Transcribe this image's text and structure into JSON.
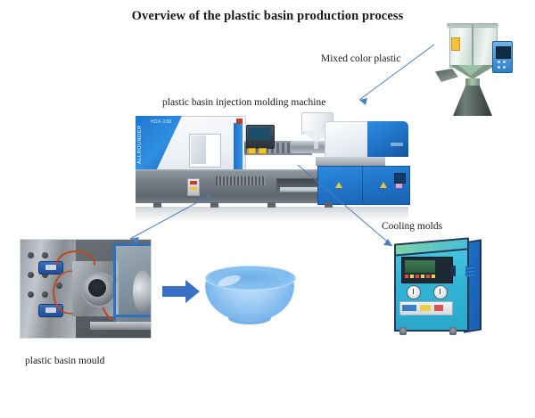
{
  "page": {
    "title": "Overview of the plastic basin production process",
    "background": "#ffffff"
  },
  "labels": {
    "mixed_color_plastic": "Mixed color plastic",
    "injection_molding_machine": "plastic basin injection molding machine",
    "cooling_molds": "Cooling molds",
    "plastic_basin_mould": "plastic basin mould"
  },
  "machine": {
    "brand_text": "ALLROUNDER",
    "model_text": "HDX-230"
  },
  "colors": {
    "accent_blue": "#2d8ade",
    "arrow_blue": "#4a7ebb",
    "block_arrow_blue": "#3a6fc8",
    "chiller_cyan": "#35b4d6",
    "basin_blue": "#7fb9ee",
    "warning_yellow": "#f2c230",
    "title_text": "#111111"
  },
  "diagram": {
    "type": "process-overview",
    "nodes": [
      {
        "id": "mixer",
        "name": "Mixed color plastic",
        "role": "raw-material-mixer-dryer"
      },
      {
        "id": "imm",
        "name": "plastic basin injection molding machine",
        "role": "injection-molding-machine"
      },
      {
        "id": "mould",
        "name": "plastic basin mould",
        "role": "mould-photo"
      },
      {
        "id": "basin",
        "name": "plastic basin",
        "role": "finished-product"
      },
      {
        "id": "chiller",
        "name": "Cooling molds",
        "role": "water-chiller"
      }
    ],
    "connectors": [
      {
        "from": "mixer",
        "to": "imm",
        "style": "thin-arrow"
      },
      {
        "from": "imm",
        "to": "mould",
        "style": "thin-arrow"
      },
      {
        "from": "imm",
        "to": "chiller",
        "style": "thin-arrow"
      },
      {
        "from": "mould",
        "to": "basin",
        "style": "block-arrow"
      }
    ]
  }
}
